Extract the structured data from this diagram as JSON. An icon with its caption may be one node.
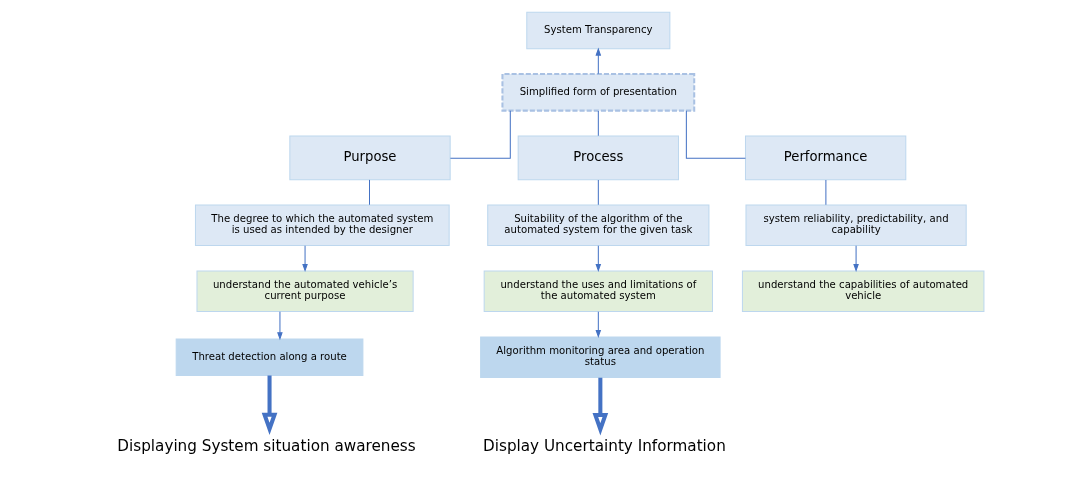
{
  "diagram": {
    "nodes": [
      {
        "text": [
          "System Transparency"
        ]
      },
      {
        "text": [
          "Simplified form of presentation"
        ]
      },
      {
        "text": [
          "Purpose"
        ]
      },
      {
        "text": [
          "Process"
        ]
      },
      {
        "text": [
          "Performance"
        ]
      },
      {
        "text": [
          "The degree to which the automated system is used as intended by the designer"
        ]
      },
      {
        "text": [
          "Suitability of the algorithm of the automated system for the given task"
        ]
      },
      {
        "text": [
          "system reliability, predictability, and capability"
        ]
      },
      {
        "text": [
          "understand the automated vehicle’s current purpose"
        ]
      },
      {
        "text": [
          "understand the uses and limitations of the automated system"
        ]
      },
      {
        "text": [
          "understand the capabilities of automated vehicle"
        ]
      },
      {
        "text": [
          "Threat detection along a route"
        ]
      },
      {
        "text": [
          "Algorithm monitoring area and operation status"
        ]
      },
      {
        "text": [
          "Displaying System situation awareness"
        ]
      },
      {
        "text": [
          "Display Uncertainty Information"
        ]
      }
    ],
    "edges": [
      {
        "from": 1,
        "to": 0,
        "arrow": "to"
      },
      {
        "from": 1,
        "to": 2,
        "arrow": "none"
      },
      {
        "from": 1,
        "to": 3,
        "arrow": "none"
      },
      {
        "from": 1,
        "to": 4,
        "arrow": "none"
      },
      {
        "from": 2,
        "to": 5,
        "arrow": "none"
      },
      {
        "from": 3,
        "to": 6,
        "arrow": "none"
      },
      {
        "from": 4,
        "to": 7,
        "arrow": "none"
      },
      {
        "from": 5,
        "to": 8,
        "arrow": "to"
      },
      {
        "from": 6,
        "to": 9,
        "arrow": "to"
      },
      {
        "from": 7,
        "to": 10,
        "arrow": "to"
      },
      {
        "from": 8,
        "to": 11,
        "arrow": "to"
      },
      {
        "from": 9,
        "to": 12,
        "arrow": "to"
      },
      {
        "from": 11,
        "to": 13,
        "arrow": "to",
        "style": "thick"
      },
      {
        "from": 12,
        "to": 14,
        "arrow": "to",
        "style": "thick"
      }
    ]
  }
}
